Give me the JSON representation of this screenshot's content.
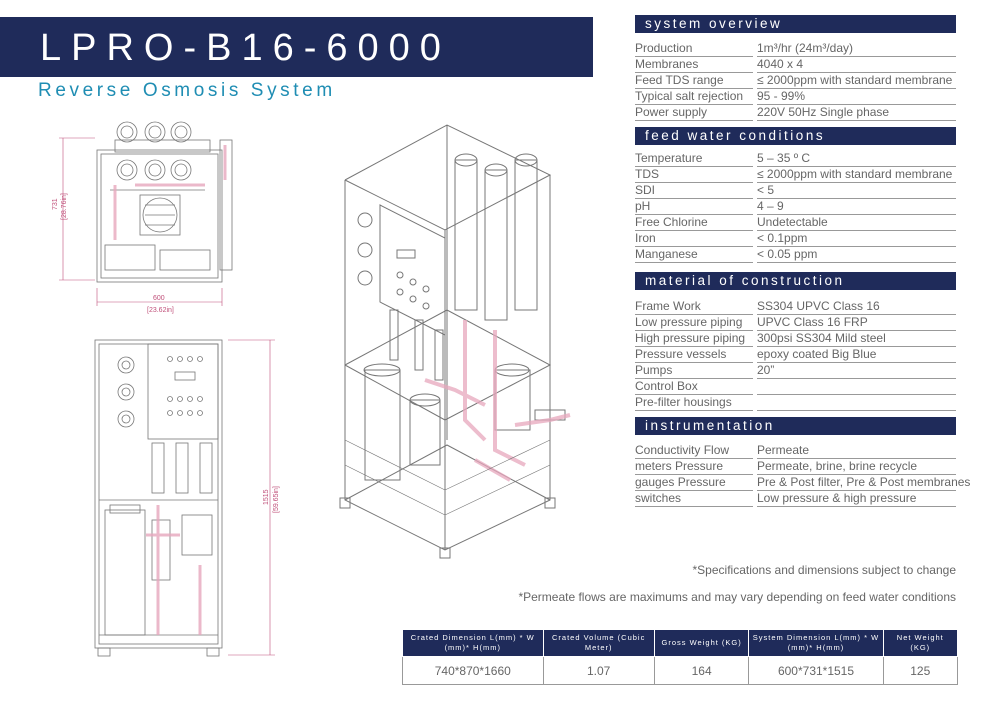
{
  "title": "LPRO-B16-6000",
  "subtitle": "Reverse Osmosis System",
  "sections": [
    {
      "header": "system overview",
      "rows": [
        {
          "k": "Production",
          "v": "1m³/hr (24m³/day)"
        },
        {
          "k": "Membranes",
          "v": "4040 x 4"
        },
        {
          "k": "Feed TDS range",
          "v": "≤ 2000ppm with standard membrane"
        },
        {
          "k": "Typical salt rejection",
          "v": "95 - 99%"
        },
        {
          "k": "Power supply",
          "v": "220V 50Hz Single phase"
        }
      ]
    },
    {
      "header": "feed water conditions",
      "rows": [
        {
          "k": "Temperature",
          "v": "5 – 35 º C"
        },
        {
          "k": "TDS",
          "v": "≤ 2000ppm with standard membrane"
        },
        {
          "k": "SDI",
          "v": "< 5"
        },
        {
          "k": "pH",
          "v": "4 – 9"
        },
        {
          "k": "Free Chlorine",
          "v": "Undetectable"
        },
        {
          "k": "Iron",
          "v": "< 0.1ppm"
        },
        {
          "k": "Manganese",
          "v": "< 0.05 ppm"
        }
      ]
    },
    {
      "header": "material of construction",
      "rows": [
        {
          "k": "Frame Work",
          "v": "SS304  UPVC  Class  16"
        },
        {
          "k": "Low pressure piping",
          "v": "UPVC    Class    16    FRP"
        },
        {
          "k": "High pressure piping",
          "v": "300psi SS304 Mild steel"
        },
        {
          "k": "Pressure vessels",
          "v": "epoxy  coated  Big  Blue"
        },
        {
          "k": "Pumps",
          "v": "20”"
        },
        {
          "k": "Control Box",
          "v": ""
        },
        {
          "k": "Pre-filter housings",
          "v": ""
        }
      ]
    },
    {
      "header": "instrumentation",
      "rows": [
        {
          "k": "Conductivity    Flow",
          "v": "Permeate"
        },
        {
          "k": "meters       Pressure",
          "v": "Permeate, brine, brine recycle"
        },
        {
          "k": "gauges       Pressure",
          "v": "Pre & Post filter, Pre & Post membranes"
        },
        {
          "k": "switches",
          "v": "Low pressure & high pressure"
        }
      ]
    }
  ],
  "notes": [
    "*Specifications and dimensions subject to change",
    "*Permeate flows are maximums and may vary depending on feed water conditions"
  ],
  "crate_table": {
    "headers": [
      "Crated Dimension L(mm) * W (mm)* H(mm)",
      "Crated Volume (Cubic Meter)",
      "Gross Weight (KG)",
      "System Dimension L(mm) * W (mm)* H(mm)",
      "Net Weight (KG)"
    ],
    "values": [
      "740*870*1660",
      "1.07",
      "164",
      "600*731*1515",
      "125"
    ]
  },
  "dimensions": {
    "top_height": "731",
    "top_height_in": "[28.76in]",
    "top_width": "600",
    "top_width_in": "[23.62in]",
    "front_height": "1515",
    "front_height_in": "[59.65in]"
  },
  "colors": {
    "navy": "#1f2b5a",
    "accent": "#1f8db3",
    "dimension": "#c0507a"
  }
}
